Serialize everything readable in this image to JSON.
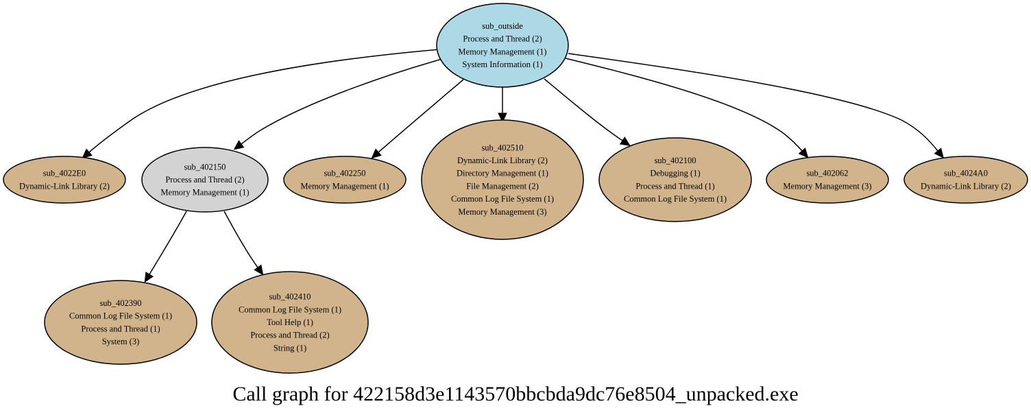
{
  "graph": {
    "title": "Call graph for 422158d3e1143570bbcbda9dc76e8504_unpacked.exe",
    "colors": {
      "root": "#add8e6",
      "intermediate": "#d3d3d3",
      "leaf": "#d2b48c"
    },
    "nodes": [
      {
        "id": "sub_outside",
        "kind": "root",
        "lines": [
          "sub_outside",
          "Process and Thread (2)",
          "Memory Management (1)",
          "System Information (1)"
        ]
      },
      {
        "id": "sub_4022E0",
        "kind": "leaf",
        "lines": [
          "sub_4022E0",
          "Dynamic-Link Library (2)"
        ]
      },
      {
        "id": "sub_402150",
        "kind": "intermediate",
        "lines": [
          "sub_402150",
          "Process and Thread (2)",
          "Memory Management (1)"
        ]
      },
      {
        "id": "sub_402250",
        "kind": "leaf",
        "lines": [
          "sub_402250",
          "Memory Management (1)"
        ]
      },
      {
        "id": "sub_402510",
        "kind": "leaf",
        "lines": [
          "sub_402510",
          "Dynamic-Link Library (2)",
          "Directory Management (1)",
          "File Management (2)",
          "Common Log File System (1)",
          "Memory Management (3)"
        ]
      },
      {
        "id": "sub_402100",
        "kind": "leaf",
        "lines": [
          "sub_402100",
          "Debugging (1)",
          "Process and Thread (1)",
          "Common Log File System (1)"
        ]
      },
      {
        "id": "sub_402062",
        "kind": "leaf",
        "lines": [
          "sub_402062",
          "Memory Management (3)"
        ]
      },
      {
        "id": "sub_4024A0",
        "kind": "leaf",
        "lines": [
          "sub_4024A0",
          "Dynamic-Link Library (2)"
        ]
      },
      {
        "id": "sub_402390",
        "kind": "leaf",
        "lines": [
          "sub_402390",
          "Common Log File System (1)",
          "Process and Thread (1)",
          "System (3)"
        ]
      },
      {
        "id": "sub_402410",
        "kind": "leaf",
        "lines": [
          "sub_402410",
          "Common Log File System (1)",
          "Tool Help (1)",
          "Process and Thread (2)",
          "String (1)"
        ]
      }
    ],
    "edges": [
      {
        "from": "sub_outside",
        "to": "sub_4022E0"
      },
      {
        "from": "sub_outside",
        "to": "sub_402150"
      },
      {
        "from": "sub_outside",
        "to": "sub_402250"
      },
      {
        "from": "sub_outside",
        "to": "sub_402510"
      },
      {
        "from": "sub_outside",
        "to": "sub_402100"
      },
      {
        "from": "sub_outside",
        "to": "sub_402062"
      },
      {
        "from": "sub_outside",
        "to": "sub_4024A0"
      },
      {
        "from": "sub_402150",
        "to": "sub_402390"
      },
      {
        "from": "sub_402150",
        "to": "sub_402410"
      }
    ]
  }
}
